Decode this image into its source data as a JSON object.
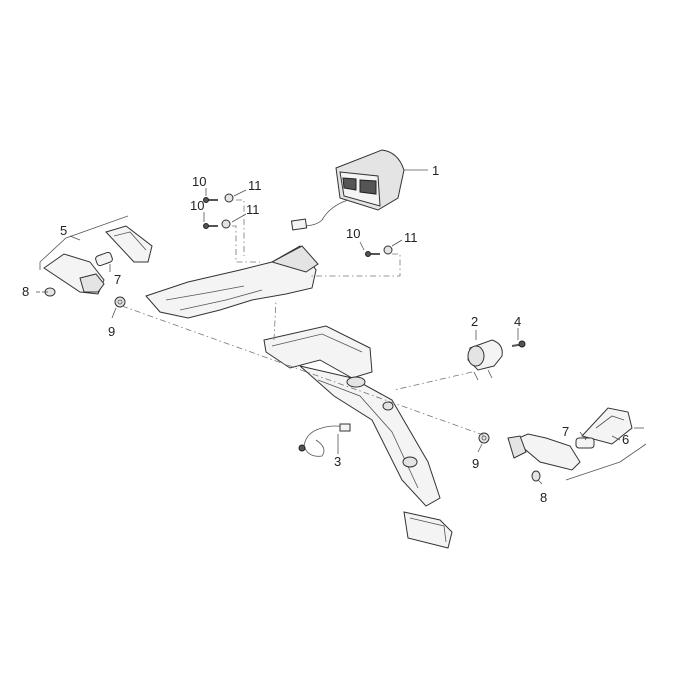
{
  "labels": {
    "p1": "1",
    "p2": "2",
    "p3": "3",
    "p4": "4",
    "p5": "5",
    "p6": "6",
    "p7a": "7",
    "p7b": "7",
    "p8a": "8",
    "p8b": "8",
    "p9a": "9",
    "p9b": "9",
    "p10a": "10",
    "p10b": "10",
    "p10c": "10",
    "p11a": "11",
    "p11b": "11",
    "p11c": "11"
  }
}
